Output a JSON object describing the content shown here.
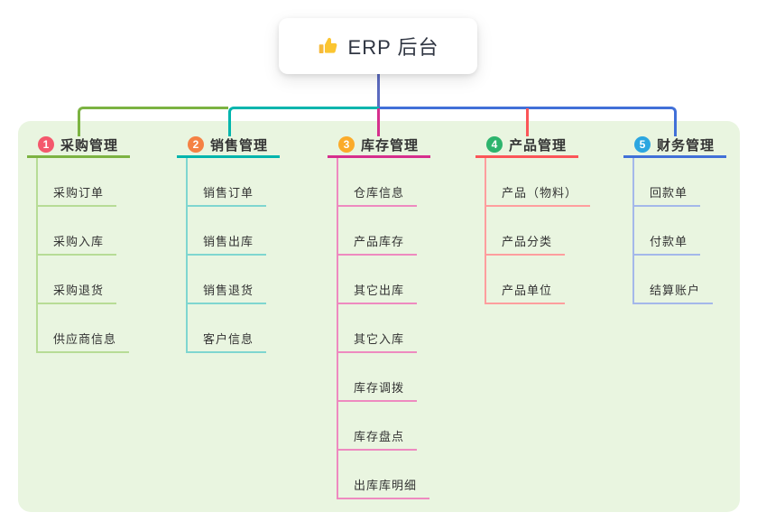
{
  "root": {
    "title": "ERP 后台",
    "icon": "thumbs-up"
  },
  "panel_color": "#e9f5e0",
  "connector": {
    "root_line_color": "#5c6bc0"
  },
  "branches": [
    {
      "number": "1",
      "label": "采购管理",
      "accent": "#7cb342",
      "light": "#b7dc96",
      "badge": "#f4586c",
      "children": [
        "采购订单",
        "采购入库",
        "采购退货",
        "供应商信息"
      ]
    },
    {
      "number": "2",
      "label": "销售管理",
      "accent": "#00b5ad",
      "light": "#7fd6d0",
      "badge": "#f58144",
      "children": [
        "销售订单",
        "销售出库",
        "销售退货",
        "客户信息"
      ]
    },
    {
      "number": "3",
      "label": "库存管理",
      "accent": "#d62f8d",
      "light": "#ee8ac0",
      "badge": "#fbab2a",
      "children": [
        "仓库信息",
        "产品库存",
        "其它出库",
        "其它入库",
        "库存调拨",
        "库存盘点",
        "出库库明细"
      ]
    },
    {
      "number": "4",
      "label": "产品管理",
      "accent": "#fb5558",
      "light": "#ff9e9e",
      "badge": "#2db46d",
      "children": [
        "产品（物料）",
        "产品分类",
        "产品单位"
      ]
    },
    {
      "number": "5",
      "label": "财务管理",
      "accent": "#4170d8",
      "light": "#a4b8ea",
      "badge": "#2ba6e0",
      "children": [
        "回款单",
        "付款单",
        "结算账户"
      ]
    }
  ]
}
